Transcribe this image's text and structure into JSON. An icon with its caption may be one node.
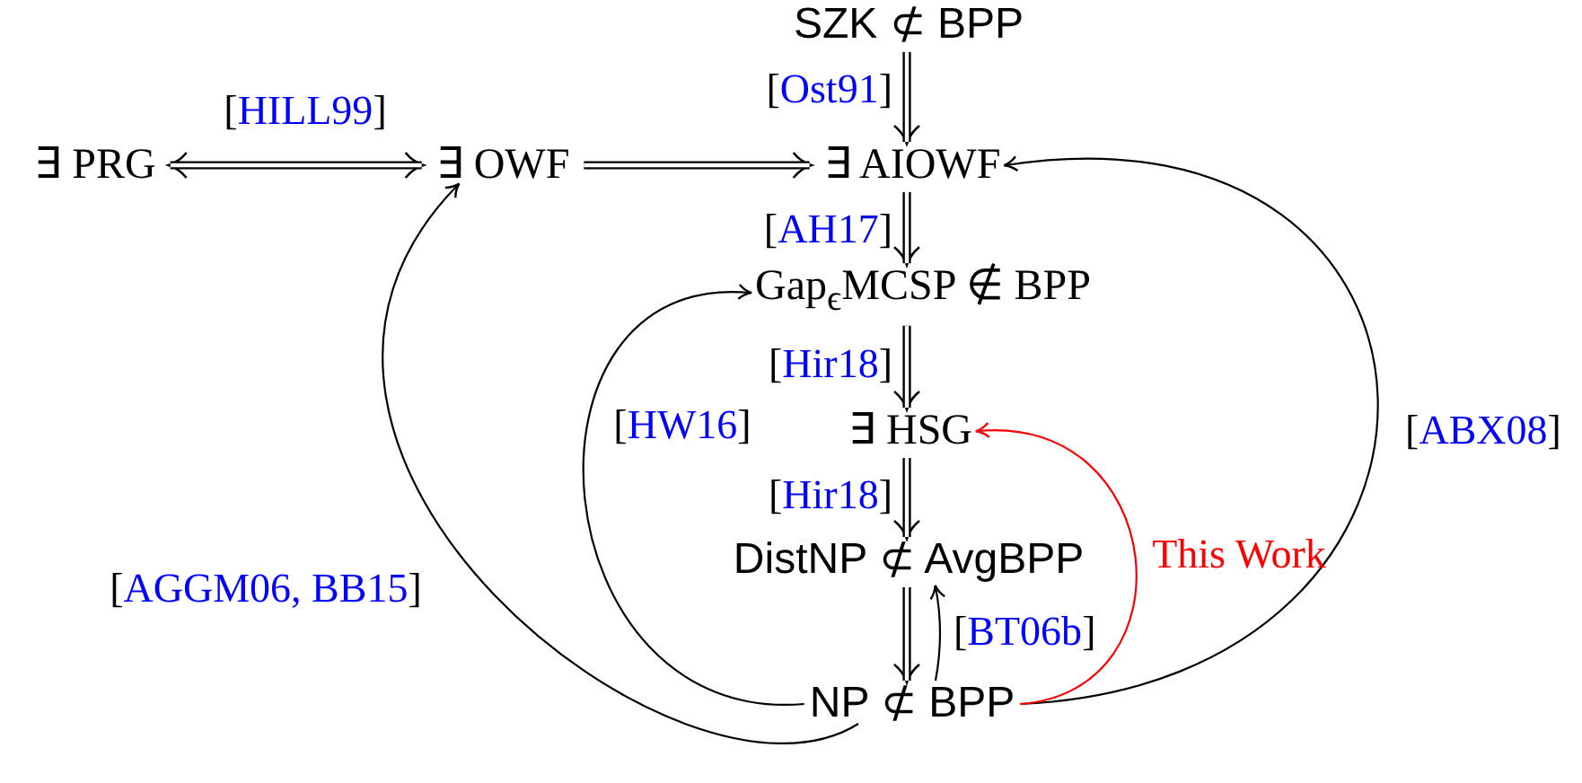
{
  "diagram": {
    "nodes": [
      {
        "text": [
          "∃ PRG"
        ]
      },
      {
        "text": [
          "∃ OWF"
        ]
      },
      {
        "text": [
          "∃ AIOWF"
        ]
      },
      {
        "text": [
          "SZK ⊄ BPP"
        ]
      },
      {
        "text": [
          "Gap$_{ϵ}$MCSP ∉ BPP"
        ]
      },
      {
        "text": [
          "∃ HSG"
        ]
      },
      {
        "text": [
          "DistNP ⊄ AvgBPP"
        ]
      },
      {
        "text": [
          "NP ⊄ BPP"
        ]
      }
    ],
    "edges": [
      {
        "from": 0,
        "to": 1,
        "arrow": "both",
        "label": "[HILL99]"
      },
      {
        "from": 1,
        "to": 2,
        "arrow": "to"
      },
      {
        "from": 3,
        "to": 2,
        "arrow": "to",
        "label": "[Ost91]"
      },
      {
        "from": 2,
        "to": 4,
        "arrow": "to",
        "label": "[AH17]"
      },
      {
        "from": 4,
        "to": 5,
        "arrow": "to",
        "label": "[Hir18]"
      },
      {
        "from": 5,
        "to": 6,
        "arrow": "to",
        "label": "[Hir18]"
      },
      {
        "from": 6,
        "to": 7,
        "arrow": "to"
      },
      {
        "from": 7,
        "to": 6,
        "arrow": "to",
        "label": "[BT06b]"
      },
      {
        "from": 7,
        "to": 1,
        "arrow": "to",
        "label": "[AGGM06, BB15]"
      },
      {
        "from": 7,
        "to": 4,
        "arrow": "to",
        "label": "[HW16]"
      },
      {
        "from": 7,
        "to": 2,
        "arrow": "to",
        "label": "[ABX08]"
      },
      {
        "from": 7,
        "to": 5,
        "arrow": "to",
        "label": "This Work",
        "color": "#ff0000"
      }
    ]
  }
}
